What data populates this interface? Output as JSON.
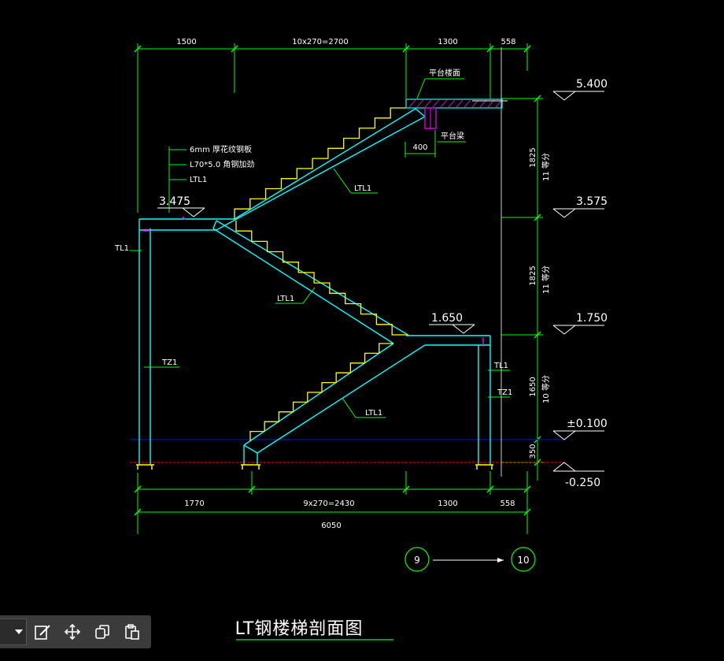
{
  "drawing": {
    "title": "LT钢楼梯剖面图",
    "top_dims": [
      "1500",
      "10x270=2700",
      "1300",
      "558"
    ],
    "bottom_dims": [
      "1770",
      "9x270=2430",
      "1300",
      "558"
    ],
    "total_dim": "6050",
    "elevations": {
      "e5400": "5.400",
      "e3575": "3.575",
      "e1750": "1.750",
      "e0100": "±0.100",
      "em0250": "-0.250",
      "e3475": "3.475",
      "e1650": "1.650"
    },
    "right_dims": {
      "d1": "1825",
      "d1_note": "11 等分",
      "d2": "1825",
      "d2_note": "11 等分",
      "d3": "1650",
      "d3_note": "10 等分",
      "d4": "350"
    },
    "labels": {
      "platform_slab": "平台楼面",
      "platform_beam": "平台梁",
      "beam_width": "400",
      "ltl1_a": "LTL1",
      "ltl1_b": "LTL1",
      "ltl1_c": "LTL1",
      "tl1_left": "TL1",
      "tl1_right": "TL1",
      "tz1_left": "TZ1",
      "tz1_right": "TZ1"
    },
    "legend": [
      "6mm 厚花纹钢板",
      "L70*5.0 角钢加劲",
      "LTL1"
    ],
    "axes": [
      "9",
      "10"
    ]
  },
  "toolbar": {
    "icons": [
      "dropdown-arrow-icon",
      "edit-icon",
      "move-icon",
      "copy-icon",
      "paste-icon"
    ]
  },
  "colors": {
    "background": "#000000",
    "dimension": "#00ff00",
    "stringer": "#00ffff",
    "tread": "#ffff00",
    "axis_blue": "#0000ff",
    "ground_red": "#ff0000",
    "text": "#ffffff"
  }
}
